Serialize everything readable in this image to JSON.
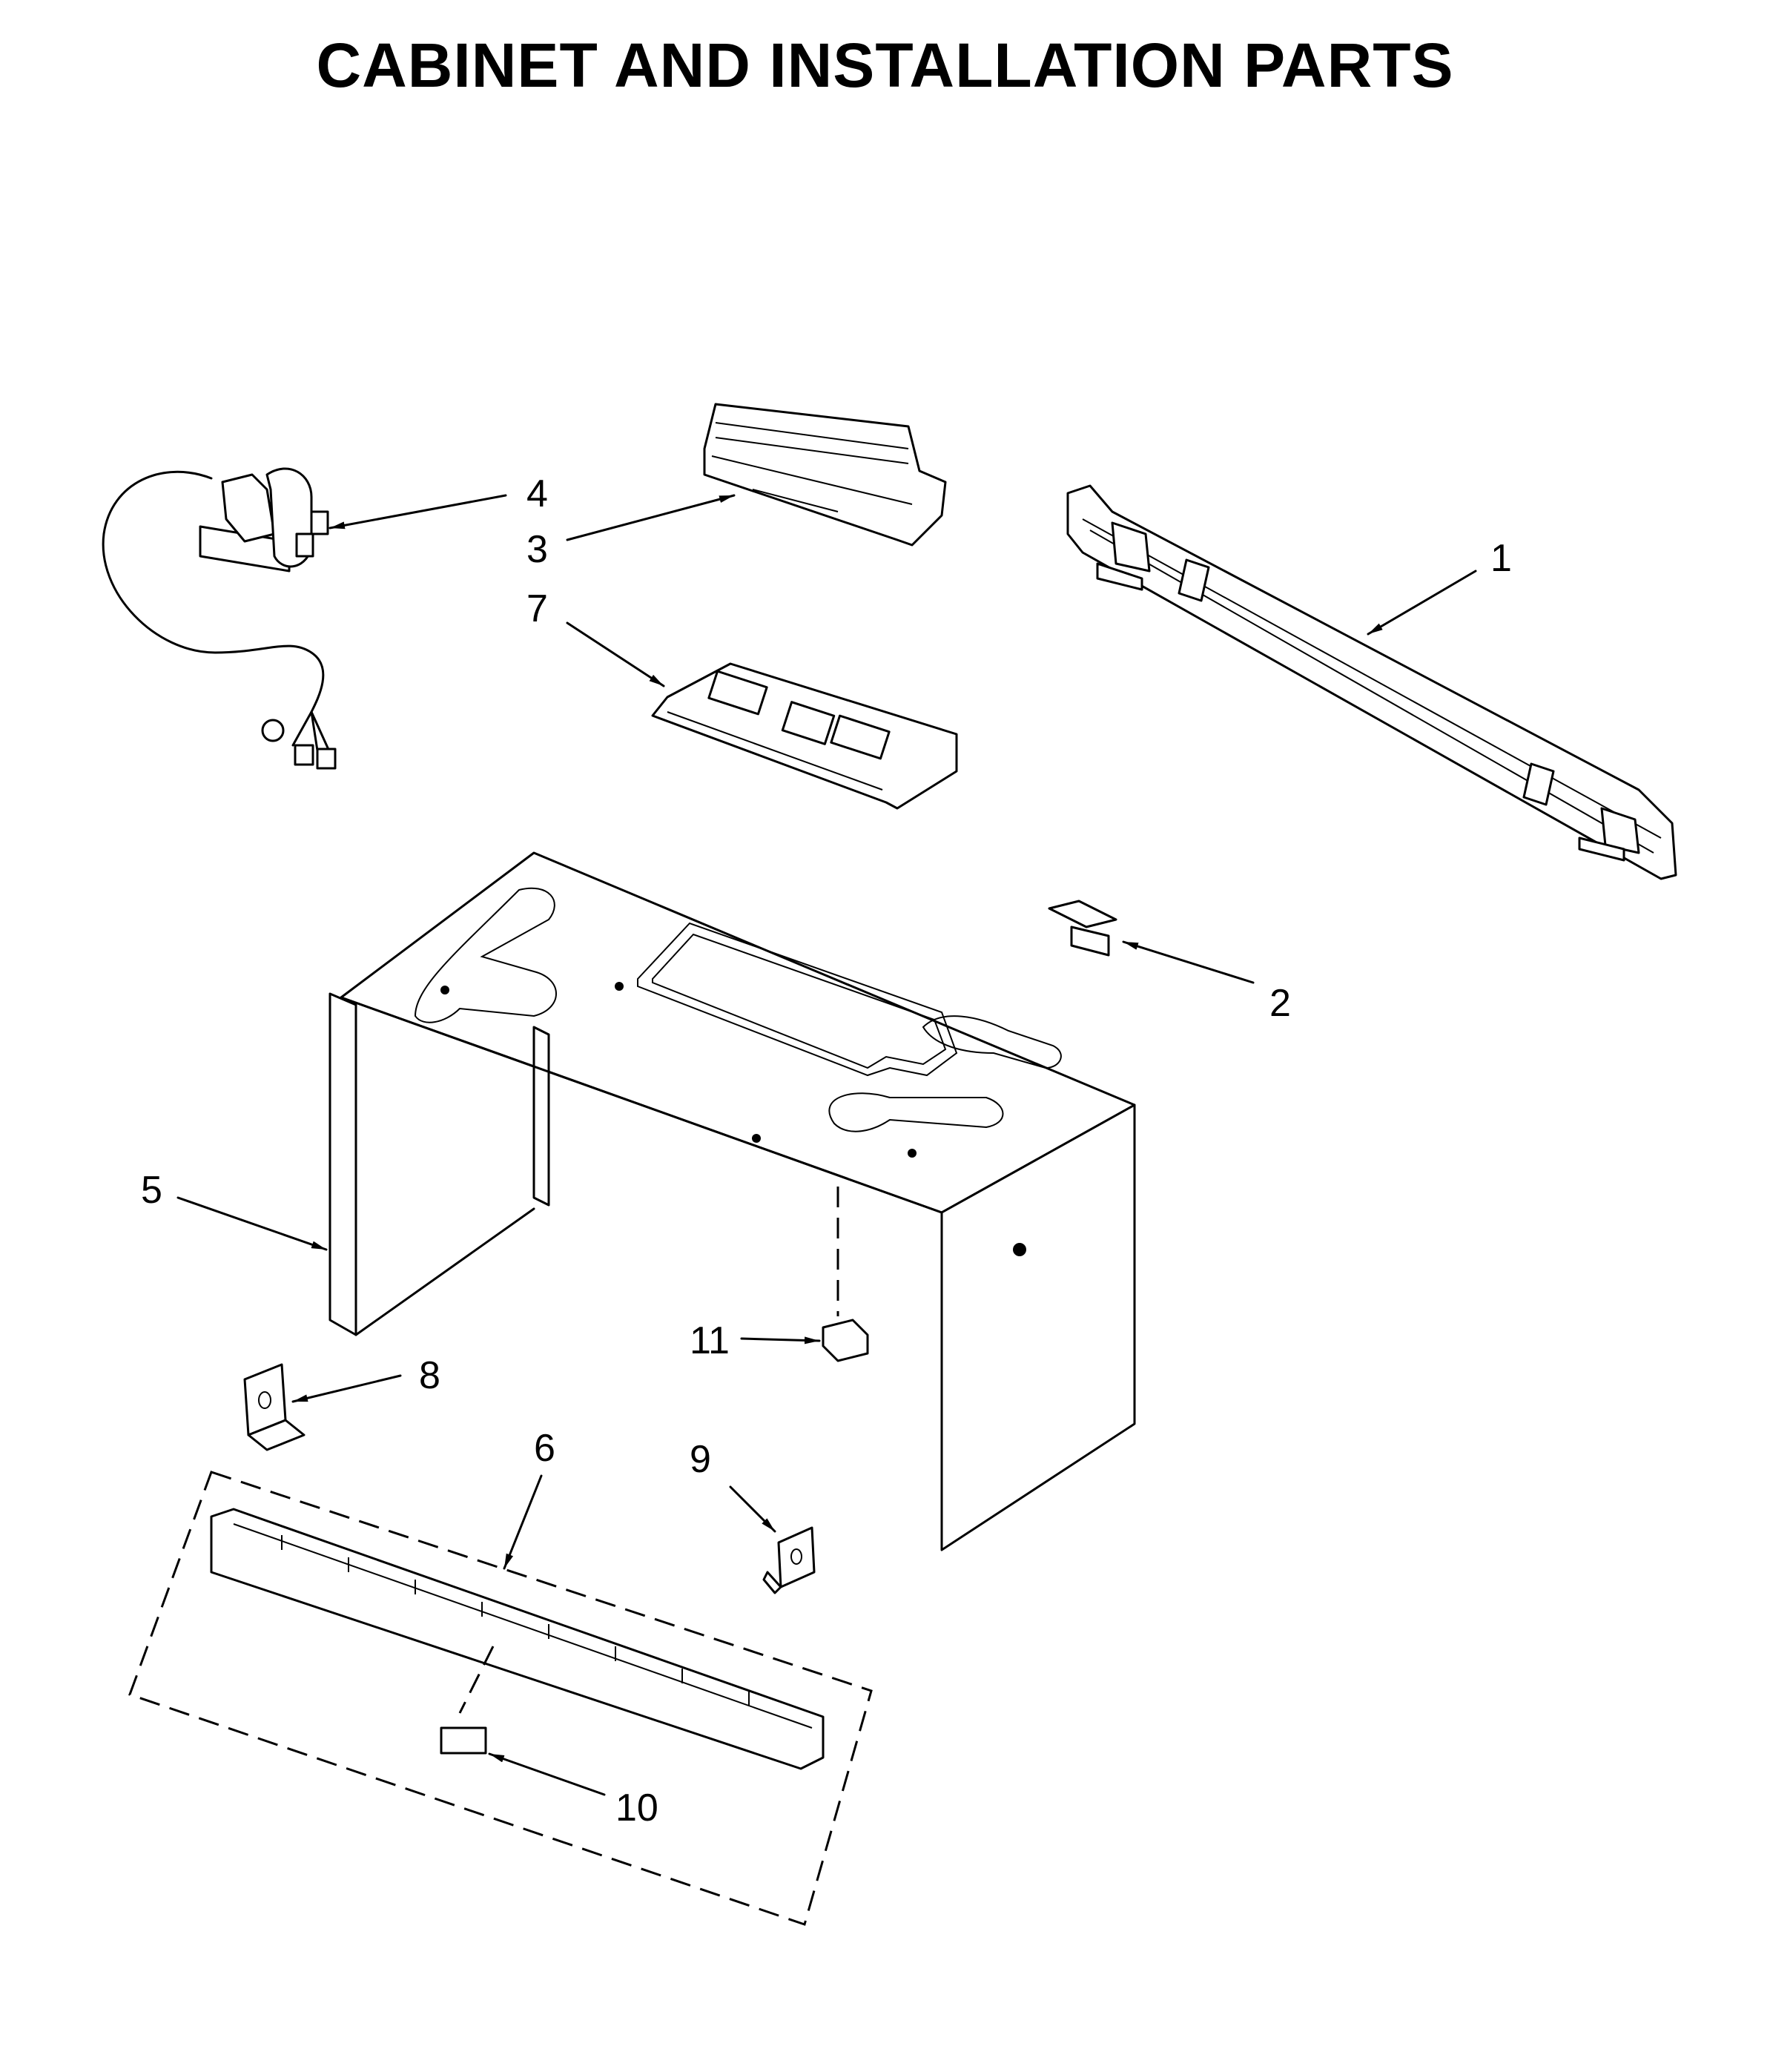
{
  "title": "CABINET AND INSTALLATION PARTS",
  "callouts": [
    {
      "id": "1",
      "label": "1"
    },
    {
      "id": "2",
      "label": "2"
    },
    {
      "id": "3",
      "label": "3"
    },
    {
      "id": "4",
      "label": "4"
    },
    {
      "id": "5",
      "label": "5"
    },
    {
      "id": "6",
      "label": "6"
    },
    {
      "id": "7",
      "label": "7"
    },
    {
      "id": "8",
      "label": "8"
    },
    {
      "id": "9",
      "label": "9"
    },
    {
      "id": "10",
      "label": "10"
    },
    {
      "id": "11",
      "label": "11"
    }
  ]
}
